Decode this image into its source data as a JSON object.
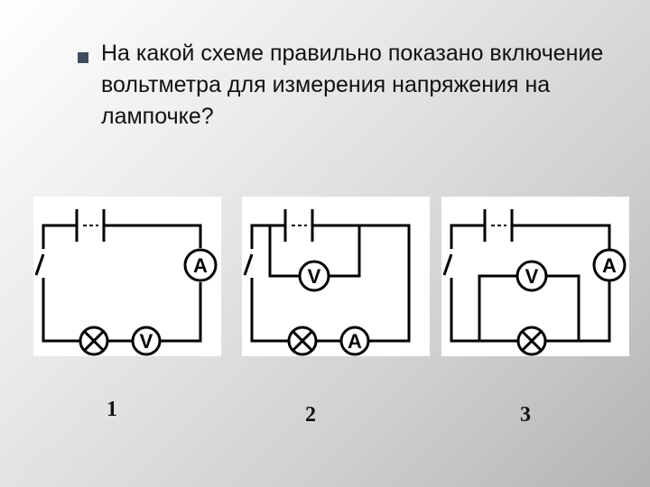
{
  "question": "На какой схеме правильно показано включение вольтметра для измерения напряжения на лампочке?",
  "diagrams": [
    {
      "number": "1",
      "ammeter": "A",
      "voltmeter": "V"
    },
    {
      "number": "2",
      "ammeter": "A",
      "voltmeter": "V"
    },
    {
      "number": "3",
      "ammeter": "A",
      "voltmeter": "V"
    }
  ]
}
